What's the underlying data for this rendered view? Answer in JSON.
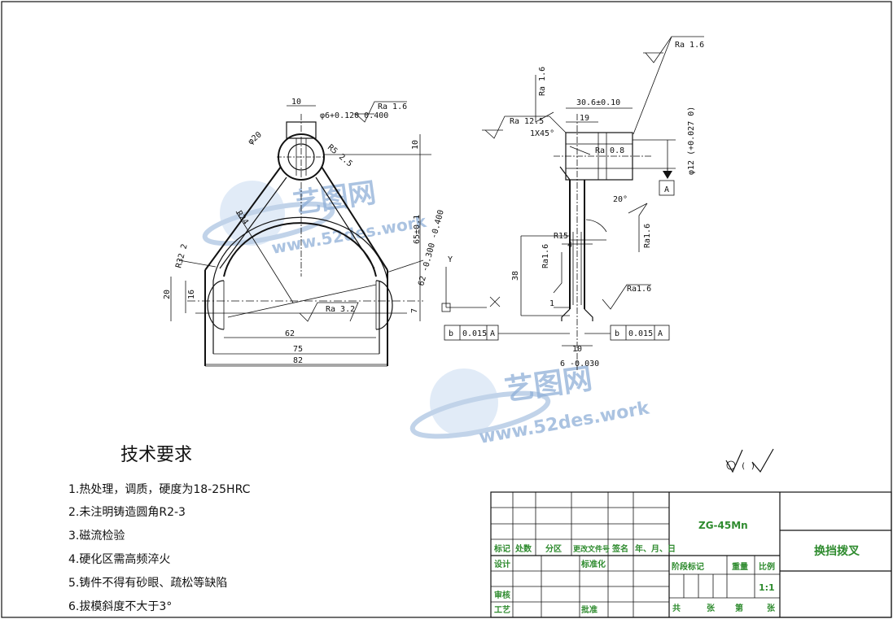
{
  "watermark": {
    "brand": "艺图网",
    "url": "www.52des.work"
  },
  "dimensions": {
    "top_width": "10",
    "bore_tol": "φ6+0.120 0.400",
    "ra_16_a": "Ra 1.6",
    "phi20": "φ20",
    "r5": "R5 2.5",
    "right_10": "10",
    "h65": "65±0.1",
    "r24": "R24",
    "r32": "R32 2",
    "d62_tol": "62 -0.300 -0.400",
    "h20": "20",
    "h16": "16",
    "ra32": "Ra 3.2",
    "h7": "7",
    "w62": "62",
    "w75": "75",
    "w82": "82",
    "top_ra16": "Ra 1.6",
    "side_ra16": "Ra 1.6",
    "l306": "30.6±0.10",
    "l19": "19",
    "ra125": "Ra 12.5",
    "chamfer": "1X45°",
    "ra08": "Ra 0.8",
    "d12": "φ12 (+0.027 0)",
    "datum_a": "A",
    "angle20": "20°",
    "r15": "R15",
    "w4": "4",
    "ra16_mid": "Ra1.6",
    "ra16_right": "Ra1.6",
    "h38": "38",
    "w1": "1",
    "ra16_low": "Ra1.6",
    "w10": "10",
    "w6": "6 -0.030",
    "axis_y": "Y",
    "axis_x": "X"
  },
  "tolerance_frames": [
    {
      "symbol": "b",
      "value": "0.015",
      "datum": "A"
    },
    {
      "symbol": "b",
      "value": "0.015",
      "datum": "A"
    }
  ],
  "tech_req": {
    "title": "技术要求",
    "items": [
      "1.热处理，调质，硬度为18-25HRC",
      "2.未注明铸造圆角R2-3",
      "3.磁流检验",
      "4.硬化区需高频淬火",
      "5.铸件不得有砂眼、疏松等缺陷",
      "6.拔模斜度不大于3°"
    ]
  },
  "roughness_note": "(   )",
  "title_block": {
    "material": "ZG-45Mn",
    "part_name": "换挡拨叉",
    "scale_value": "1:1",
    "row_labels": [
      "标记",
      "处数",
      "分区",
      "更改文件号",
      "签名",
      "年、月、日"
    ],
    "design": "设计",
    "standard": "标准化",
    "stage_mark": "阶段标记",
    "weight": "重量",
    "scale": "比例",
    "review": "审核",
    "process": "工艺",
    "approve": "批准",
    "total": "共",
    "sheet_unit": "张",
    "page": "第",
    "page_unit": "张"
  }
}
